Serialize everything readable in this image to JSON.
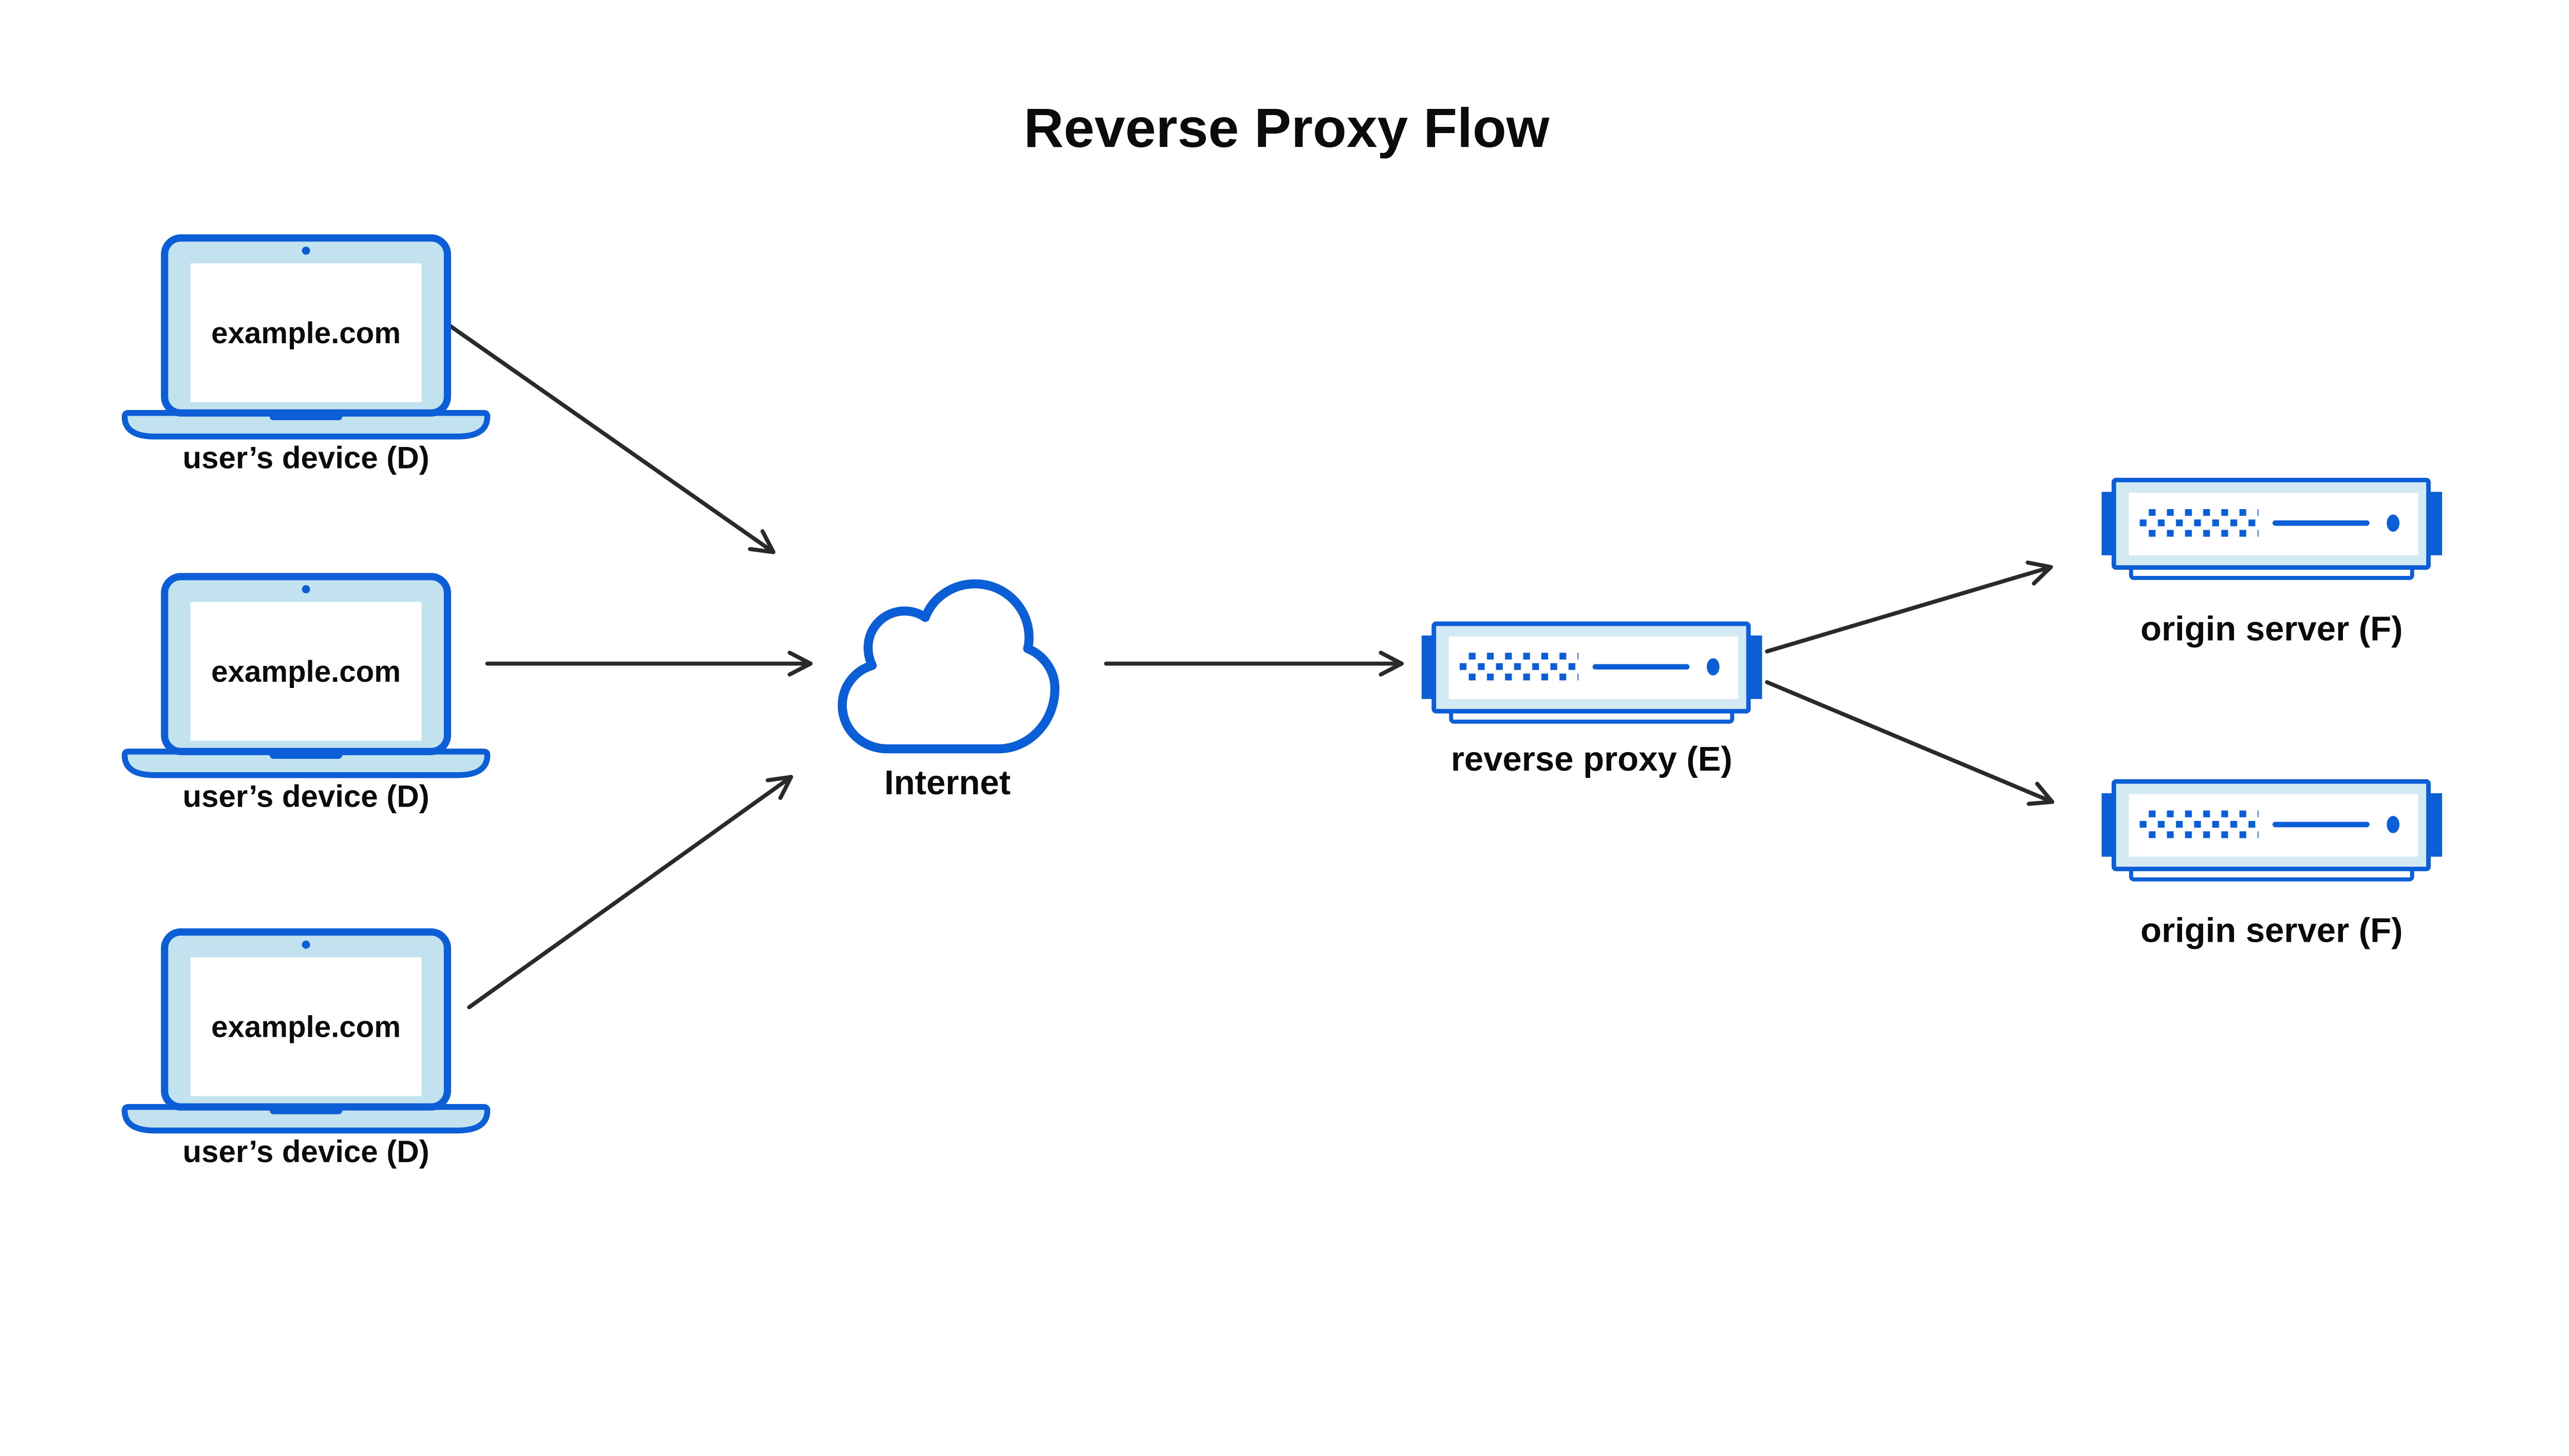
{
  "title": "Reverse Proxy Flow",
  "colors": {
    "accent_blue": "#0b5ed6",
    "laptop_fill": "#c3e2ef",
    "server_fill": "#d3eaf5",
    "arrow_black": "#2a2a2a",
    "text_black": "#0b0b0b",
    "background": "#ffffff"
  },
  "nodes": {
    "devices": [
      {
        "icon": "laptop-icon",
        "screen_text": "example.com",
        "label": "user’s device (D)"
      },
      {
        "icon": "laptop-icon",
        "screen_text": "example.com",
        "label": "user’s device (D)"
      },
      {
        "icon": "laptop-icon",
        "screen_text": "example.com",
        "label": "user’s device (D)"
      }
    ],
    "internet": {
      "icon": "cloud-icon",
      "label": "Internet"
    },
    "reverse_proxy": {
      "icon": "server-icon",
      "label": "reverse proxy (E)"
    },
    "origin_servers": [
      {
        "icon": "server-icon",
        "label": "origin server (F)"
      },
      {
        "icon": "server-icon",
        "label": "origin server (F)"
      }
    ]
  },
  "edges": [
    {
      "from": "user’s device (D) 1",
      "to": "Internet"
    },
    {
      "from": "user’s device (D) 2",
      "to": "Internet"
    },
    {
      "from": "user’s device (D) 3",
      "to": "Internet"
    },
    {
      "from": "Internet",
      "to": "reverse proxy (E)"
    },
    {
      "from": "reverse proxy (E)",
      "to": "origin server (F) 1"
    },
    {
      "from": "reverse proxy (E)",
      "to": "origin server (F) 2"
    }
  ]
}
